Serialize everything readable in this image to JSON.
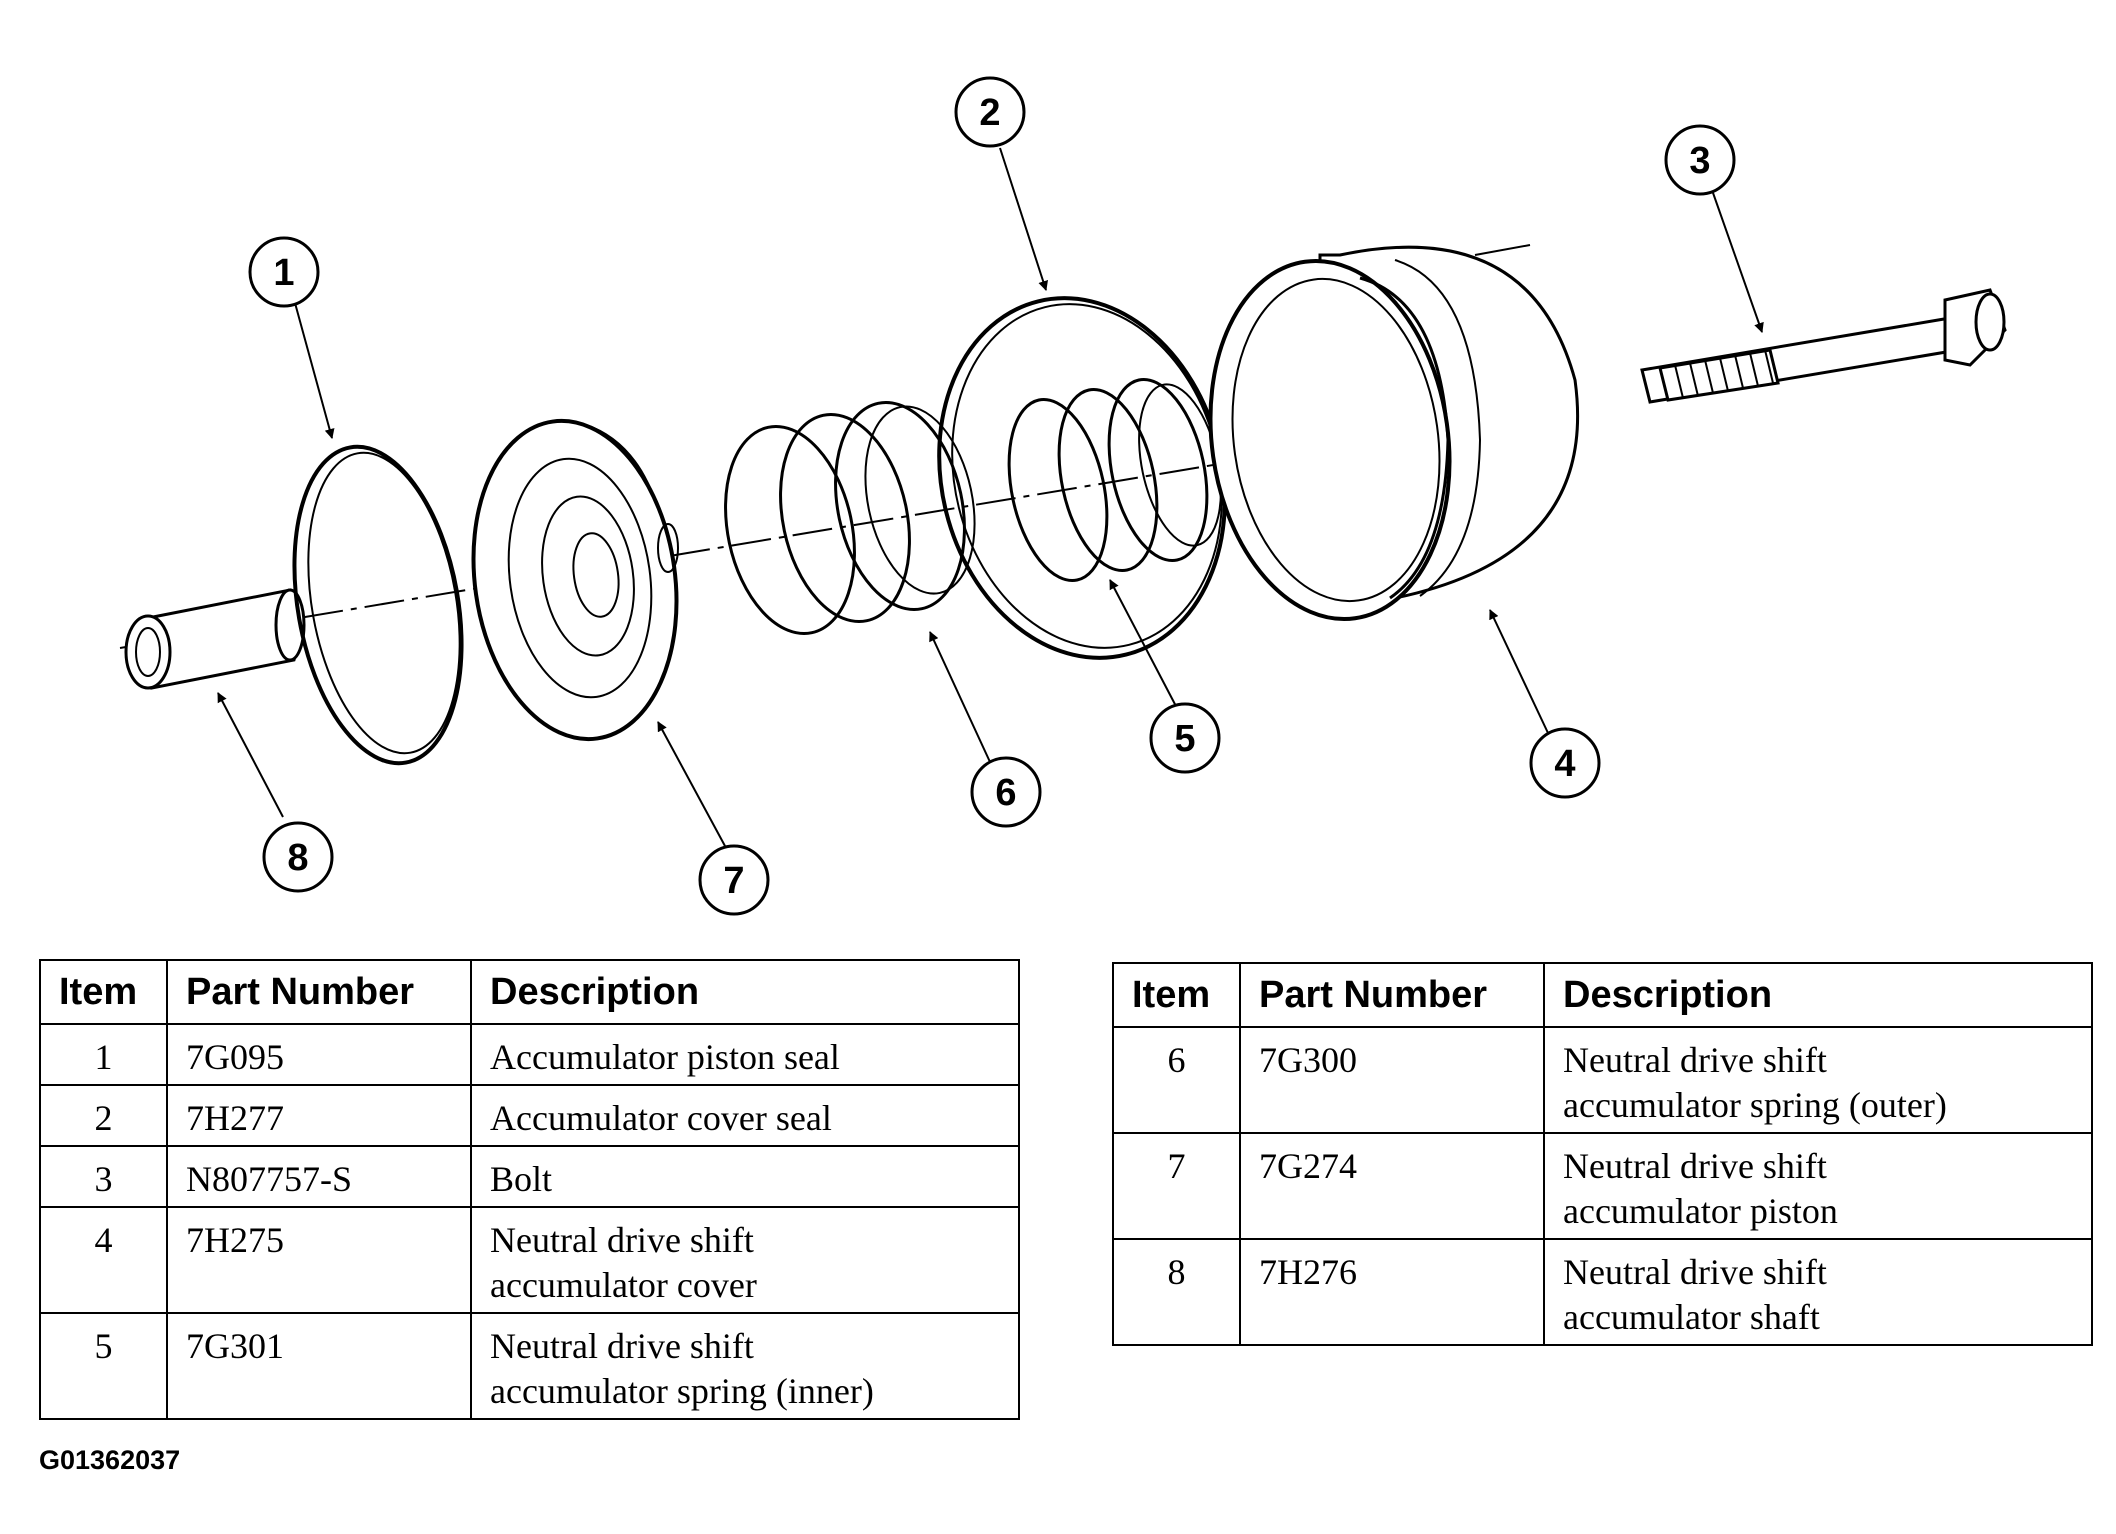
{
  "callouts": [
    "1",
    "2",
    "3",
    "4",
    "5",
    "6",
    "7",
    "8"
  ],
  "table_headers": {
    "item": "Item",
    "part_number": "Part Number",
    "description": "Description"
  },
  "parts_left": [
    {
      "item": "1",
      "part_number": "7G095",
      "description": [
        "Accumulator piston seal"
      ]
    },
    {
      "item": "2",
      "part_number": "7H277",
      "description": [
        "Accumulator cover seal"
      ]
    },
    {
      "item": "3",
      "part_number": "N807757-S",
      "description": [
        "Bolt"
      ]
    },
    {
      "item": "4",
      "part_number": "7H275",
      "description": [
        "Neutral drive shift",
        "accumulator cover"
      ]
    },
    {
      "item": "5",
      "part_number": "7G301",
      "description": [
        "Neutral drive shift",
        "accumulator spring (inner)"
      ]
    }
  ],
  "parts_right": [
    {
      "item": "6",
      "part_number": "7G300",
      "description": [
        "Neutral drive shift",
        "accumulator spring (outer)"
      ]
    },
    {
      "item": "7",
      "part_number": "7G274",
      "description": [
        "Neutral drive shift",
        "accumulator piston"
      ]
    },
    {
      "item": "8",
      "part_number": "7H276",
      "description": [
        "Neutral drive shift",
        "accumulator shaft"
      ]
    }
  ],
  "figure_id": "G01362037"
}
